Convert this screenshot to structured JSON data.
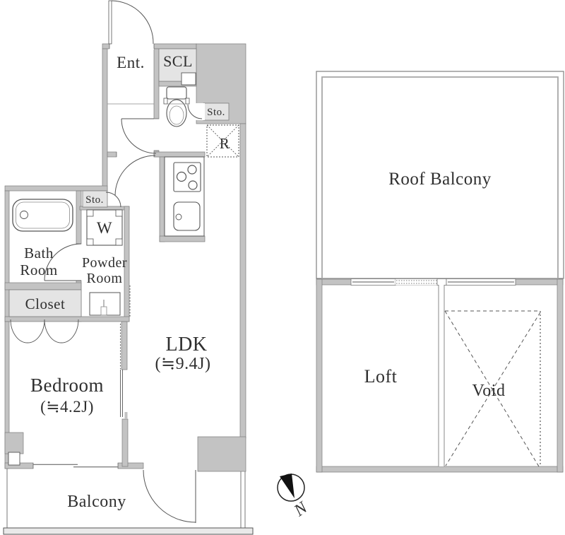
{
  "plan": {
    "labels": {
      "entrance": "Ent.",
      "shoe_closet": "SCL",
      "storage_upper": "Sto.",
      "refrigerator": "R",
      "storage_lower": "Sto.",
      "washer": "W",
      "bath_line1": "Bath",
      "bath_line2": "Room",
      "powder_line1": "Powder",
      "powder_line2": "Room",
      "closet": "Closet",
      "bedroom_name": "Bedroom",
      "bedroom_area": "(≒4.2J)",
      "ldk_name": "LDK",
      "ldk_area": "(≒9.4J)",
      "balcony": "Balcony",
      "roof_balcony": "Roof Balcony",
      "loft": "Loft",
      "void": "Void",
      "compass_north": "N"
    },
    "colors": {
      "wall_fill": "#c3c3c3",
      "wall_stroke": "#7d7d7d",
      "shade_fill": "#e4e4e4",
      "line": "#555555",
      "text": "#2f2f2f",
      "background": "#ffffff"
    }
  }
}
